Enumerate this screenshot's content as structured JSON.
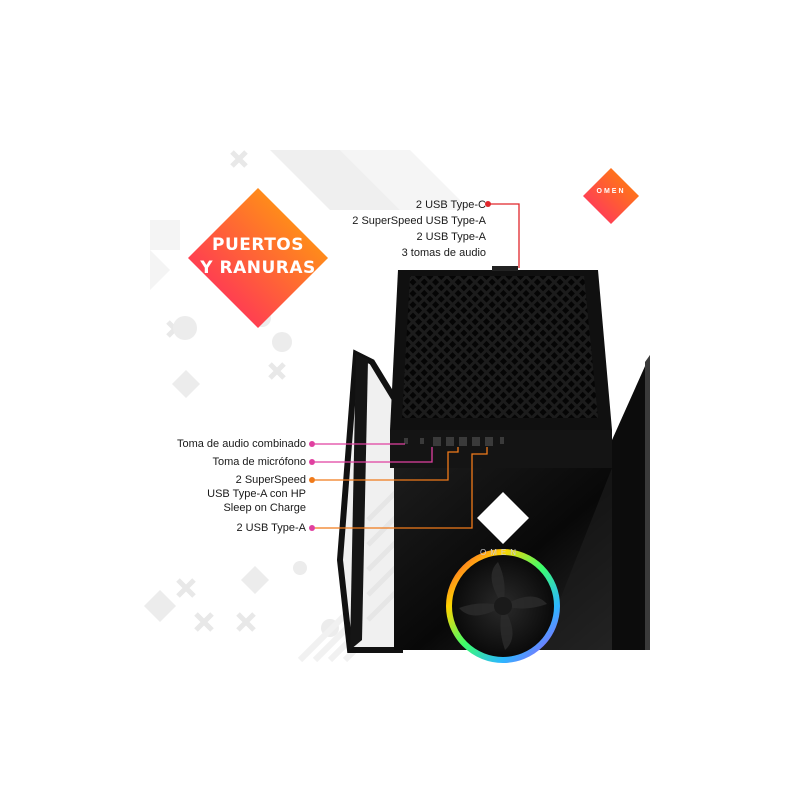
{
  "badge": {
    "line1": "PUERTOS",
    "line2": "Y RANURAS",
    "gradient_start": "#ff1a6b",
    "gradient_end": "#ffb000"
  },
  "logo": {
    "text": "OMEN",
    "gradient_start": "#ff2a6d",
    "gradient_end": "#ff8a00"
  },
  "product": {
    "front_logo_text": "OMEN",
    "case_color": "#0d0d0d",
    "ring_colors": [
      "#ff3b3b",
      "#ffd400",
      "#3cff6b",
      "#2bb7ff",
      "#b04bff"
    ]
  },
  "top_ports": {
    "lines": [
      "2 USB Type-C",
      "2 SuperSpeed USB Type-A",
      "2 USB Type-A",
      "3 tomas de audio"
    ],
    "color": "#e0262b"
  },
  "front_ports": [
    {
      "text": "Toma de audio combinado",
      "color": "#e040a0"
    },
    {
      "text": "Toma de micrófono",
      "color": "#e040a0"
    },
    {
      "lines": [
        "2 SuperSpeed",
        "USB Type-A con HP",
        "Sleep on Charge"
      ],
      "color": "#f07a1a"
    },
    {
      "text": "2 USB Type-A",
      "color": "#e040a0"
    }
  ]
}
